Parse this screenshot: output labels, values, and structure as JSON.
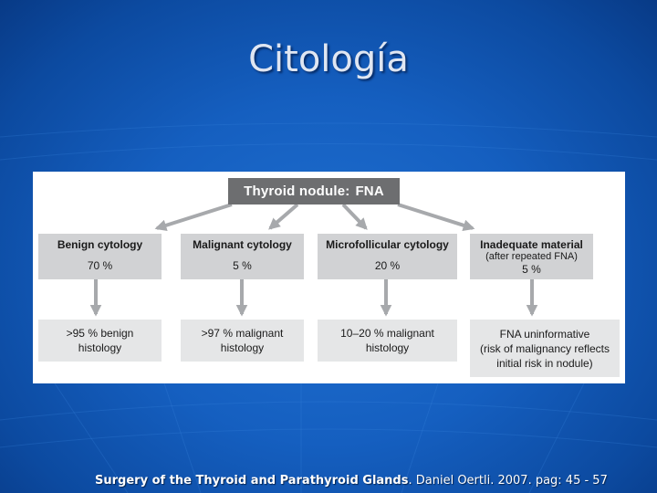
{
  "slide": {
    "title": "Citología"
  },
  "diagram": {
    "root": {
      "label": "Thyroid nodule:",
      "label_emph": "FNA"
    },
    "categories": [
      {
        "title": "Benign cytology",
        "percent": "70 %",
        "result": ">95 % benign\nhistology"
      },
      {
        "title": "Malignant cytology",
        "percent": "5 %",
        "result": ">97 % malignant\nhistology"
      },
      {
        "title": "Microfollicular cytology",
        "percent": "20 %",
        "result": "10–20 % malignant\nhistology"
      },
      {
        "title": "Inadequate material",
        "subtitle": "(after repeated FNA)",
        "percent": "5 %",
        "result": "FNA uninformative\n(risk of malignancy reflects\ninitial risk in nodule)"
      }
    ],
    "colors": {
      "root": "#6d6e70",
      "category": "#d1d2d4",
      "result": "#e5e6e7",
      "arrow": "#a7a9ac"
    }
  },
  "citation": {
    "book": "Surgery of the Thyroid and Parathyroid Glands",
    "rest": ". Daniel Oertli. 2007. pag: 45 - 57"
  }
}
